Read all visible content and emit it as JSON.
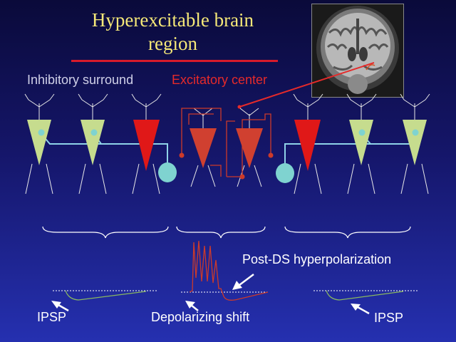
{
  "title": {
    "line1": "Hyperexcitable brain",
    "line2": "region"
  },
  "labels": {
    "inhibitory_surround": "Inhibitory surround",
    "excitatory_center": "Excitatory center",
    "post_ds": "Post-DS hyperpolarization",
    "ipsp_left": "IPSP",
    "depolarizing_shift": "Depolarizing shift",
    "ipsp_right": "IPSP"
  },
  "colors": {
    "title": "#f5e878",
    "accent_red": "#e52a2a",
    "inhibitory_neuron": "#c6dc8e",
    "excitatory_neuron": "#e01818",
    "interneuron": "#7fd3d0",
    "connection": "#8fd3e8",
    "excitatory_wire": "#cc3a2a"
  },
  "icons": {
    "mri": "brain-mri-coronal-image"
  }
}
